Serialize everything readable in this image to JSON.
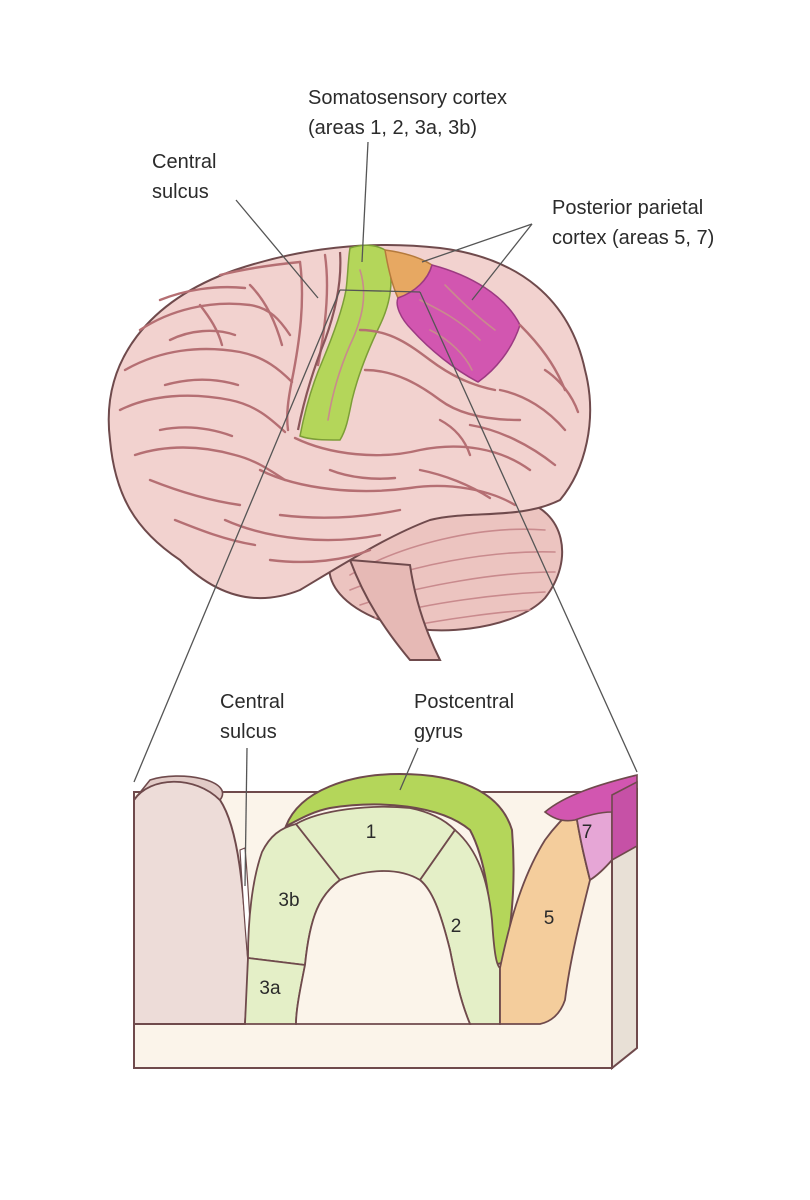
{
  "labels": {
    "somatosensory_line1": "Somatosensory cortex",
    "somatosensory_line2": "(areas 1, 2, 3a, 3b)",
    "central_sulcus_top_line1": "Central",
    "central_sulcus_top_line2": "sulcus",
    "posterior_parietal_line1": "Posterior parietal",
    "posterior_parietal_line2": "cortex (areas 5, 7)",
    "central_sulcus_bottom_line1": "Central",
    "central_sulcus_bottom_line2": "sulcus",
    "postcentral_line1": "Postcentral",
    "postcentral_line2": "gyrus"
  },
  "areas": {
    "a1": "1",
    "a2": "2",
    "a3a": "3a",
    "a3b": "3b",
    "a5": "5",
    "a7": "7"
  },
  "colors": {
    "brain": "#f2d2cf",
    "gyri_lines": "#b56f73",
    "somatosensory": "#b4d65a",
    "area5": "#e7a862",
    "area7": "#d256b0",
    "area1_3_fill": "#e4efc7",
    "area5_fill": "#f4cd9c",
    "area7_fill": "#e6a6d6",
    "block_base": "#fbf4ea"
  }
}
